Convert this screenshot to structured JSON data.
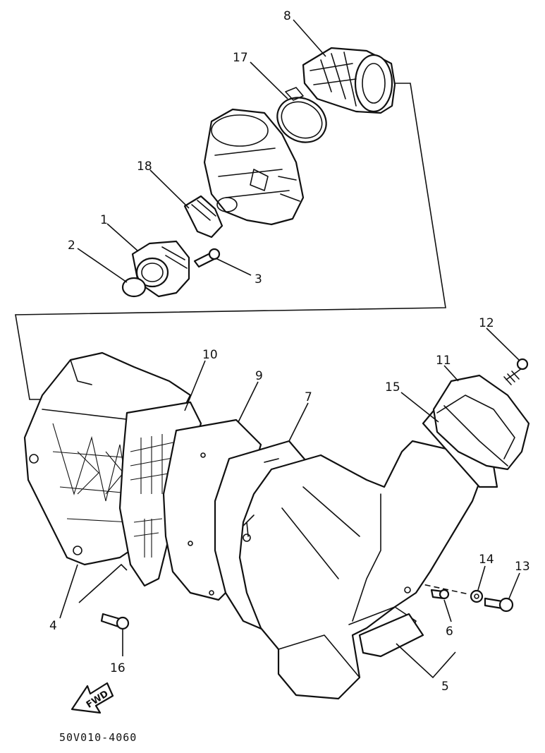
{
  "diagram": {
    "part_numbers": [
      "1",
      "2",
      "3",
      "4",
      "5",
      "6",
      "7",
      "8",
      "9",
      "10",
      "11",
      "12",
      "13",
      "14",
      "15",
      "16",
      "17",
      "18"
    ],
    "fwd_label": "FWD",
    "drawing_code": "50V010-4060"
  },
  "colors": {
    "ink": "#111111",
    "paper": "#ffffff"
  }
}
